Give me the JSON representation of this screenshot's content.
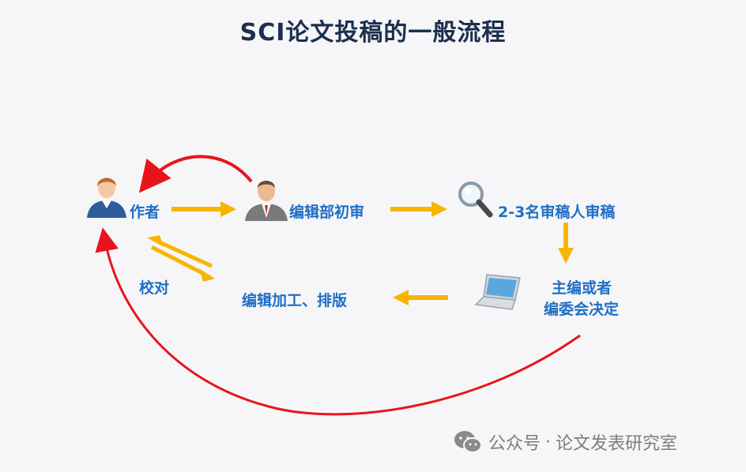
{
  "title": "SCI论文投稿的一般流程",
  "nodes": {
    "author": "作者",
    "editor_review": "编辑部初审",
    "peer_review": "2-3名审稿人审稿",
    "decision_line1": "主编或者",
    "decision_line2": "编委会决定",
    "production": "编辑加工、排版",
    "proofread": "校对"
  },
  "colors": {
    "arrow_yellow": "#f7b500",
    "arrow_red": "#e8141c",
    "label_blue": "#1f6fc4",
    "title": "#1d2f4f"
  },
  "watermark": {
    "source": "公众号",
    "separator": "·",
    "account": "论文发表研究室"
  },
  "icons": {
    "author": "person-icon",
    "editor": "businessman-icon",
    "review": "magnifier-icon",
    "decision": "laptop-icon",
    "watermark": "wechat-icon"
  }
}
